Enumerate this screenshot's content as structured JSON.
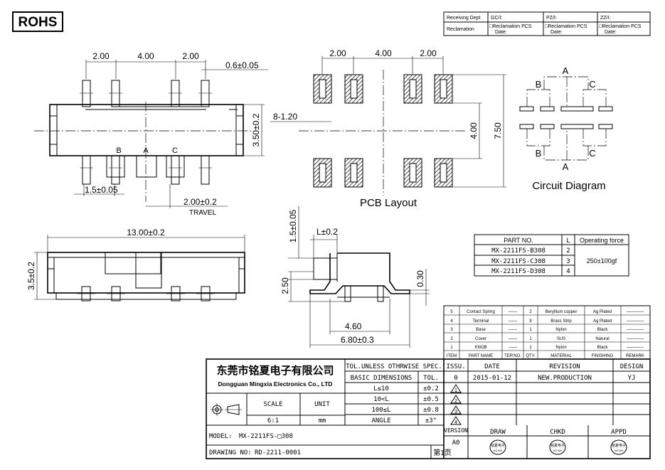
{
  "rohs_label": "ROHS",
  "receiving": {
    "r1": [
      "Receiving Dept",
      "GC/I:",
      "PZ/I:",
      "ZZ/I:"
    ],
    "r2_label": "Reclamation",
    "r2_cell": "□Reclamation  PCS",
    "r2_date": "Date:"
  },
  "dims": {
    "top_pitch": [
      "2.00",
      "4.00",
      "2.00"
    ],
    "pin_width": "0.6±0.05",
    "side_height": "3.50±0.2",
    "pin_offset": "1.5±0.05",
    "travel_value": "2.00±0.2",
    "travel_label": "TRAVEL",
    "labels_bottom": [
      "B",
      "A",
      "C"
    ],
    "front_length": "13.00±0.2",
    "front_height": "3.5±0.2",
    "pcb_pitch": [
      "2.00",
      "4.00",
      "2.00"
    ],
    "pcb_pad_len": "8-1.20",
    "pcb_row": "4.00",
    "pcb_total": "7.50",
    "pcb_title": "PCB Layout",
    "circuit_title": "Circuit Diagram",
    "circuit_labels": [
      "A",
      "B",
      "C",
      "B",
      "C",
      "A"
    ],
    "knob_l": "L±0.2",
    "knob_height": "1.5±0.05",
    "side_250": "2.50",
    "side_030": "0.30",
    "side_460": "4.60",
    "side_680": "6.80±0.3"
  },
  "part_table": {
    "headers": [
      "PART  NO.",
      "L",
      "Operating force"
    ],
    "rows": [
      [
        "MX-2211FS-B308",
        "2"
      ],
      [
        "MX-2211FS-C308",
        "3"
      ],
      [
        "MX-2211FS-D308",
        "4"
      ]
    ],
    "force": "250±100gf"
  },
  "bom": {
    "rows": [
      [
        "5",
        "Contact Spring",
        "——",
        "2",
        "Beryllium copper",
        "Ag Plated",
        "————"
      ],
      [
        "4",
        "Terminal",
        "——",
        "8",
        "Brass Strip",
        "Ag Plated",
        "————"
      ],
      [
        "3",
        "Base",
        "——",
        "1",
        "Nylon",
        "Black",
        "————"
      ],
      [
        "2",
        "Cover",
        "——",
        "1",
        "SUS",
        "Natural",
        "————"
      ],
      [
        "1",
        "KNOB",
        "——",
        "1",
        "Nylon",
        "Black",
        "————"
      ]
    ],
    "headers": [
      "ITEM",
      "PART NAME",
      "TER'NO.",
      "QTY.",
      "MATERIAL",
      "FINISHING",
      "REMARK"
    ]
  },
  "title_block": {
    "company_cn": "东莞市铭夏电子有限公司",
    "company_en": "Dongguan Mingxia Electronics Co., LTD",
    "tol_title": "TOL.UNLESS OTHRWISE SPEC.",
    "basic_dim": "BASIC DIMENSIONS",
    "tol_head": "TOL.",
    "tol_rows": [
      [
        "L≤10",
        "±0.2"
      ],
      [
        "10<L",
        "±0.5"
      ],
      [
        "100≤L",
        "±0.8"
      ],
      [
        "ANGLE",
        "±3°"
      ]
    ],
    "scale_label": "SCALE",
    "unit_label": "UNIT",
    "scale_value": "6:1",
    "unit_value": "mm",
    "model_label": "MODEL:",
    "model_value": "MX-2211FS-□308",
    "drawing_label": "DRAWING NO:",
    "drawing_value": "RD-2211-0001",
    "page_label": "第1页",
    "issu_head": "ISSU.",
    "date_head": "DATE",
    "revision_head": "REVISION",
    "design_head": "DESIGN",
    "issu_value": "0",
    "date_value": "2015-01-12",
    "revision_value": "NEW.PRODUCTION",
    "design_value": "YJ",
    "triangles": [
      "1",
      "2",
      "3",
      "4"
    ],
    "version_label": "VERSION",
    "version_value": "A0",
    "draw_label": "DRAW",
    "chkd_label": "CHKD",
    "appd_label": "APPD",
    "stamps": [
      "铭夏电子",
      "铭夏电子",
      "铭夏电子"
    ],
    "stamp_sub": "XG-MX"
  }
}
